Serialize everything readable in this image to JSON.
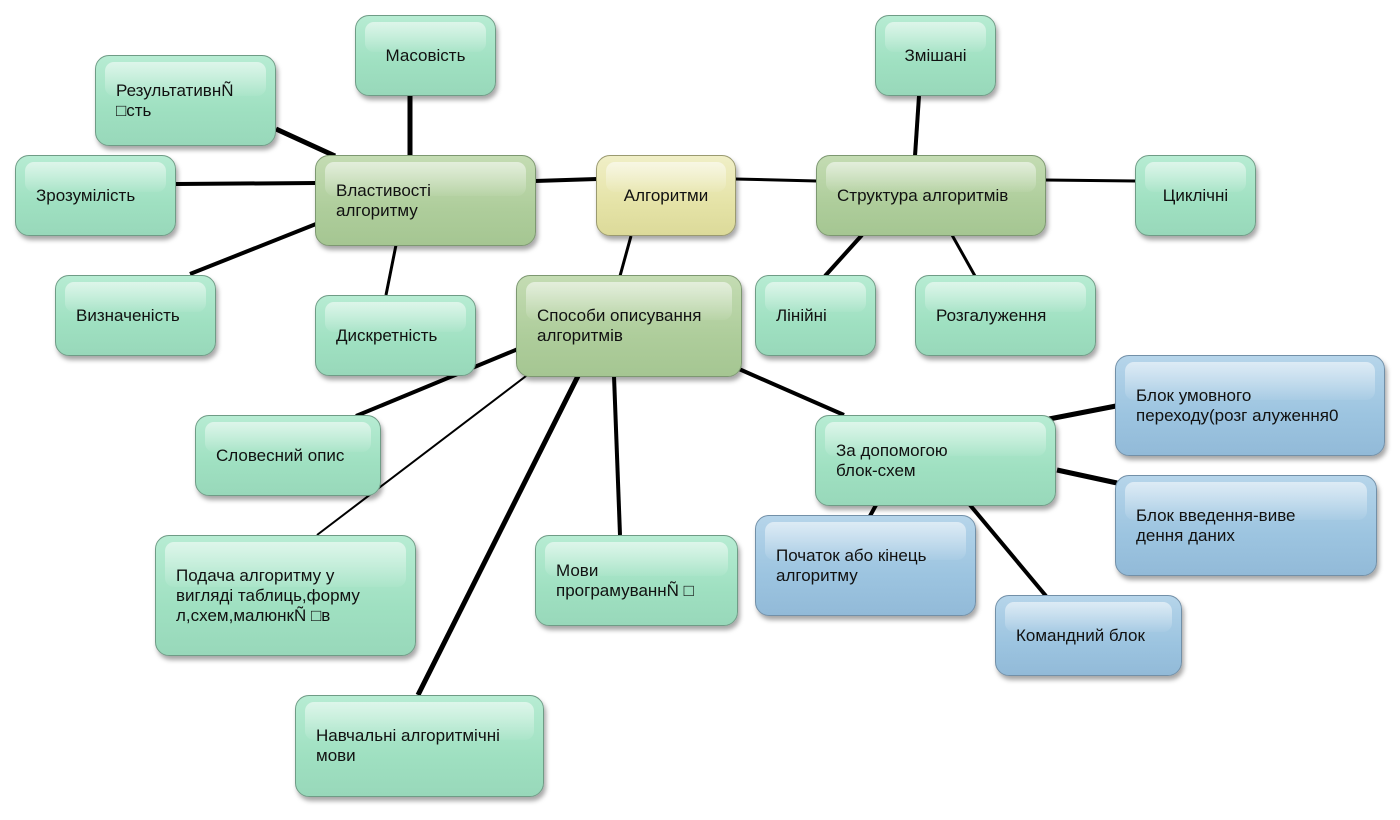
{
  "diagram": {
    "nodes": {
      "root": "Алгоритми",
      "properties": "Властивості\nалгоритму",
      "structure": "Структура алгоритмів",
      "methods": "Способи описування\nалгоритмів",
      "mass": "Масовість",
      "result": "РезультативнÑ\n□сть",
      "clarity": "Зрозумілість",
      "definite": "Визначеність",
      "discrete": "Дискретність",
      "mixed": "Змішані",
      "cyclic": "Циклічні",
      "linear": "Лінійні",
      "branching": "Розгалуження",
      "verbal": "Словесний опис",
      "tables": "Подача алгоритму у\nвигляді таблиць,форму\nл,схем,малюнкÑ □в",
      "proglang": "Мови\nпрограмуваннÑ □",
      "edulang": "Навчальні алгоритмічні\nмови",
      "flowchart": "За допомогою\nблок-схем",
      "cond_block": "Блок умовного\nпереходу(розг алуження0",
      "io_block": "Блок введення-виве\nдення даних",
      "start_end": "Початок або кінець\nалгоритму",
      "cmd_block": "Командний блок"
    },
    "colors": {
      "mint": "#a6e3c7",
      "olive": "#b3d1a1",
      "yellow": "#e8e6ad",
      "blue": "#a3c9e3",
      "connector": "#000000"
    }
  }
}
